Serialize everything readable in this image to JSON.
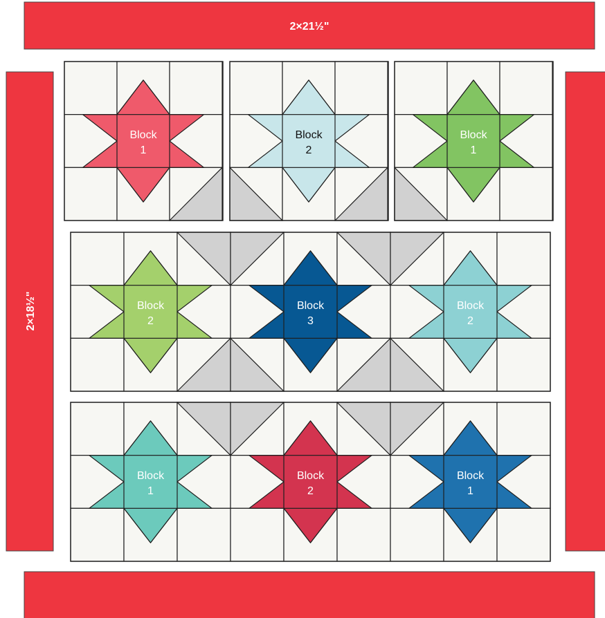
{
  "borders": {
    "top_label": "2×21½\"",
    "left_label": "2×18½\"",
    "color": "#ee3640"
  },
  "colors": {
    "background_cell": "#f7f7f3",
    "grid_line": "#1f1f1f",
    "connector_triangle": "#d1d1d1"
  },
  "rows": [
    {
      "blocks": [
        {
          "label_word": "Block",
          "label_number": "1",
          "color": "#ef5a6b",
          "text_color": "#ffffff"
        },
        {
          "label_word": "Block",
          "label_number": "2",
          "color": "#c8e6ea",
          "text_color": "#111111"
        },
        {
          "label_word": "Block",
          "label_number": "1",
          "color": "#82c462",
          "text_color": "#ffffff"
        }
      ]
    },
    {
      "blocks": [
        {
          "label_word": "Block",
          "label_number": "2",
          "color": "#a4d06c",
          "text_color": "#ffffff"
        },
        {
          "label_word": "Block",
          "label_number": "3",
          "color": "#075893",
          "text_color": "#ffffff"
        },
        {
          "label_word": "Block",
          "label_number": "2",
          "color": "#8dd1d3",
          "text_color": "#ffffff"
        }
      ]
    },
    {
      "blocks": [
        {
          "label_word": "Block",
          "label_number": "1",
          "color": "#6ccabc",
          "text_color": "#ffffff"
        },
        {
          "label_word": "Block",
          "label_number": "2",
          "color": "#d3344f",
          "text_color": "#ffffff"
        },
        {
          "label_word": "Block",
          "label_number": "1",
          "color": "#1f72ae",
          "text_color": "#ffffff"
        }
      ]
    }
  ]
}
